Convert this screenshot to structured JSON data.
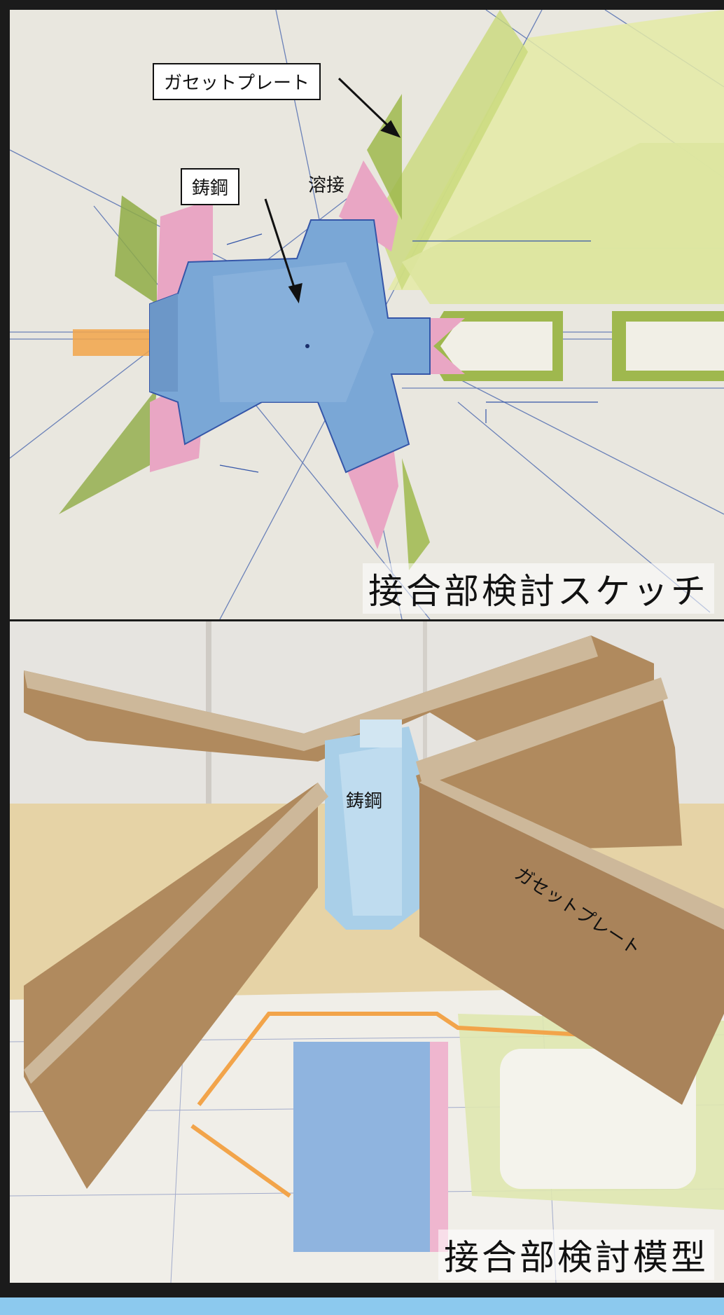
{
  "sketch": {
    "callouts": {
      "gusset_plate": "ガセットプレート",
      "cast_steel": "鋳鋼",
      "weld": "溶接"
    },
    "caption": "接合部検討スケッチ",
    "colors": {
      "paper": "#e9e7df",
      "cast_steel_blue": "#7aa7d6",
      "weld_pink": "#e9a6c4",
      "gusset_green": "#9fb84e",
      "plate_yellow": "#e4eaa6",
      "pipe_orange": "#f2a44a",
      "ink_line": "#3556a8"
    }
  },
  "model": {
    "labels": {
      "cast_steel": "鋳鋼",
      "gusset_plate": "ガセットプレート"
    },
    "caption": "接合部検討模型",
    "colors": {
      "cardboard": "#b08a5e",
      "cardboard_edge": "#cdb89a",
      "foam_blue": "#a9cfe8",
      "wall": "#e6e4e0",
      "table": "#e6d3a6"
    }
  }
}
